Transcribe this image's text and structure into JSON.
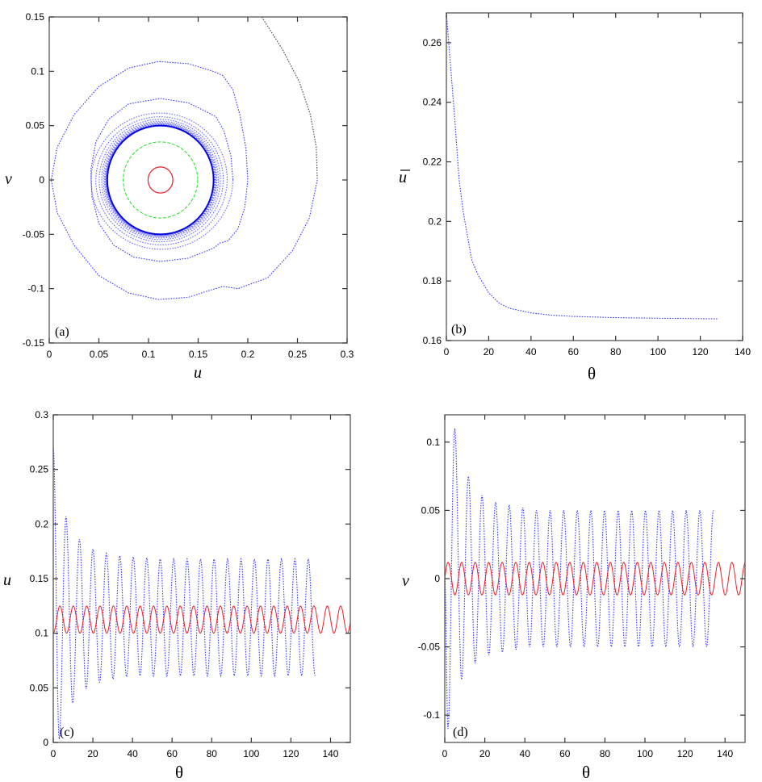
{
  "figure": {
    "panels": [
      "a",
      "b",
      "c",
      "d"
    ]
  },
  "colors": {
    "trajectory_blue": "#3a3aff",
    "limit_cycle_blue": "#0000e0",
    "red": "#e8202a",
    "green": "#22dd22",
    "initial_black": "#444444",
    "axis": "#555555"
  },
  "chart_data": [
    {
      "panel": "a",
      "type": "line",
      "subtype": "phase-portrait",
      "tag": "(a)",
      "xlabel": "u",
      "ylabel": "v",
      "xlim": [
        0,
        0.3
      ],
      "ylim": [
        -0.15,
        0.15
      ],
      "xticks": [
        0,
        0.05,
        0.1,
        0.15,
        0.2,
        0.25,
        0.3
      ],
      "xtick_labels": [
        "0",
        "0.05",
        "0.1",
        "0.15",
        "0.2",
        "0.25",
        "0.3"
      ],
      "yticks": [
        -0.15,
        -0.1,
        -0.05,
        0,
        0.05,
        0.1,
        0.15
      ],
      "ytick_labels": [
        "-0.15",
        "-0.1",
        "-0.05",
        "0",
        "0.05",
        "0.1",
        "0.15"
      ],
      "series": [
        {
          "name": "red-cycle",
          "style": "solid",
          "color": "#e8202a",
          "center": [
            0.112,
            0
          ],
          "radius_u": 0.0125,
          "radius_v": 0.012
        },
        {
          "name": "green-cycle",
          "style": "dashed",
          "color": "#22dd22",
          "center": [
            0.112,
            0
          ],
          "radius_u": 0.0375,
          "radius_v": 0.035
        },
        {
          "name": "blue-limit-cycle",
          "style": "solid",
          "color": "#0000e0",
          "center": [
            0.112,
            0
          ],
          "radius_u": 0.0535,
          "radius_v": 0.05
        },
        {
          "name": "blue-spiral-trajectory",
          "style": "dotted",
          "color": "#3a3aff",
          "description": "trajectory spiralling inward from outer loop (u 0.002–0.27, v -0.11–0.11) to the limit cycle"
        },
        {
          "name": "black-initial-segment",
          "style": "dotted",
          "color": "#444444",
          "points": [
            [
              0.214,
              0.15
            ],
            [
              0.235,
              0.12
            ],
            [
              0.252,
              0.09
            ],
            [
              0.263,
              0.06
            ],
            [
              0.269,
              0.03
            ],
            [
              0.27,
              0.0
            ]
          ]
        }
      ]
    },
    {
      "panel": "b",
      "type": "line",
      "tag": "(b)",
      "xlabel": "θ",
      "ylabel": "ū",
      "xlim": [
        0,
        140
      ],
      "ylim": [
        0.16,
        0.27
      ],
      "xticks": [
        0,
        20,
        40,
        60,
        80,
        100,
        120,
        140
      ],
      "xtick_labels": [
        "0",
        "20",
        "40",
        "60",
        "80",
        "100",
        "120",
        "140"
      ],
      "yticks": [
        0.16,
        0.18,
        0.2,
        0.22,
        0.24,
        0.26
      ],
      "ytick_labels": [
        "0.16",
        "0.18",
        "0.2",
        "0.22",
        "0.24",
        "0.26"
      ],
      "series": [
        {
          "name": "mean-u",
          "style": "dotted",
          "color": "#3a3aff",
          "x": [
            0,
            2,
            4,
            6,
            8,
            10,
            12,
            15,
            20,
            25,
            30,
            40,
            50,
            60,
            80,
            100,
            128
          ],
          "y": [
            0.27,
            0.252,
            0.234,
            0.214,
            0.203,
            0.195,
            0.187,
            0.182,
            0.176,
            0.1725,
            0.1708,
            0.1693,
            0.1685,
            0.1681,
            0.1677,
            0.1675,
            0.1673
          ]
        }
      ]
    },
    {
      "panel": "c",
      "type": "line",
      "tag": "(c)",
      "xlabel": "θ",
      "ylabel": "u",
      "xlim": [
        0,
        150
      ],
      "ylim": [
        0,
        0.3
      ],
      "xticks": [
        0,
        20,
        40,
        60,
        80,
        100,
        120,
        140
      ],
      "xtick_labels": [
        "0",
        "20",
        "40",
        "60",
        "80",
        "100",
        "120",
        "140"
      ],
      "yticks": [
        0,
        0.05,
        0.1,
        0.15,
        0.2,
        0.25,
        0.3
      ],
      "ytick_labels": [
        "0",
        "0.05",
        "0.1",
        "0.15",
        "0.2",
        "0.25",
        "0.3"
      ],
      "series": [
        {
          "name": "u-trajectory",
          "style": "dotted",
          "color": "#3a3aff",
          "period": 6.8,
          "mean": 0.114,
          "final_amplitude": 0.054,
          "initial_value": 0.27,
          "theta_end": 135,
          "peaks": [
            [
              6.2,
              0.207
            ],
            [
              12.8,
              0.186
            ],
            [
              19.6,
              0.177
            ],
            [
              26.3,
              0.173
            ],
            [
              33.2,
              0.171
            ],
            [
              40,
              0.17
            ],
            [
              60,
              0.169
            ],
            [
              80,
              0.168
            ],
            [
              128.5,
              0.168
            ]
          ],
          "troughs": [
            [
              3.0,
              0.003
            ],
            [
              9.6,
              0.036
            ],
            [
              16.2,
              0.049
            ],
            [
              23,
              0.055
            ],
            [
              29.8,
              0.058
            ],
            [
              36.5,
              0.06
            ],
            [
              60,
              0.061
            ],
            [
              132.5,
              0.061
            ]
          ]
        },
        {
          "name": "u-reference",
          "style": "solid",
          "color": "#e8202a",
          "period": 6.75,
          "min": 0.1,
          "max": 0.125,
          "theta_end": 150
        }
      ]
    },
    {
      "panel": "d",
      "type": "line",
      "tag": "(d)",
      "xlabel": "θ",
      "ylabel": "v",
      "xlim": [
        0,
        150
      ],
      "ylim": [
        -0.12,
        0.12
      ],
      "xticks": [
        0,
        20,
        40,
        60,
        80,
        100,
        120,
        140
      ],
      "xtick_labels": [
        "0",
        "20",
        "40",
        "60",
        "80",
        "100",
        "120",
        "140"
      ],
      "yticks": [
        -0.1,
        -0.05,
        0,
        0.05,
        0.1
      ],
      "ytick_labels": [
        "-0.1",
        "-0.05",
        "0",
        "0.05",
        "0.1"
      ],
      "series": [
        {
          "name": "v-trajectory",
          "style": "dotted",
          "color": "#3a3aff",
          "period": 6.8,
          "final_amplitude": 0.05,
          "theta_end": 135,
          "peaks": [
            [
              5.0,
              0.11
            ],
            [
              11.6,
              0.075
            ],
            [
              18.4,
              0.061
            ],
            [
              25.2,
              0.056
            ],
            [
              32,
              0.054
            ],
            [
              38.8,
              0.052
            ],
            [
              60,
              0.05
            ],
            [
              134,
              0.05
            ]
          ],
          "troughs": [
            [
              1.6,
              -0.11
            ],
            [
              8.4,
              -0.074
            ],
            [
              15.2,
              -0.062
            ],
            [
              22,
              -0.056
            ],
            [
              28.8,
              -0.054
            ],
            [
              35.6,
              -0.052
            ],
            [
              60,
              -0.05
            ],
            [
              131,
              -0.05
            ]
          ]
        },
        {
          "name": "v-reference",
          "style": "solid",
          "color": "#e8202a",
          "period": 6.75,
          "amplitude": 0.012,
          "theta_end": 150
        }
      ]
    }
  ]
}
